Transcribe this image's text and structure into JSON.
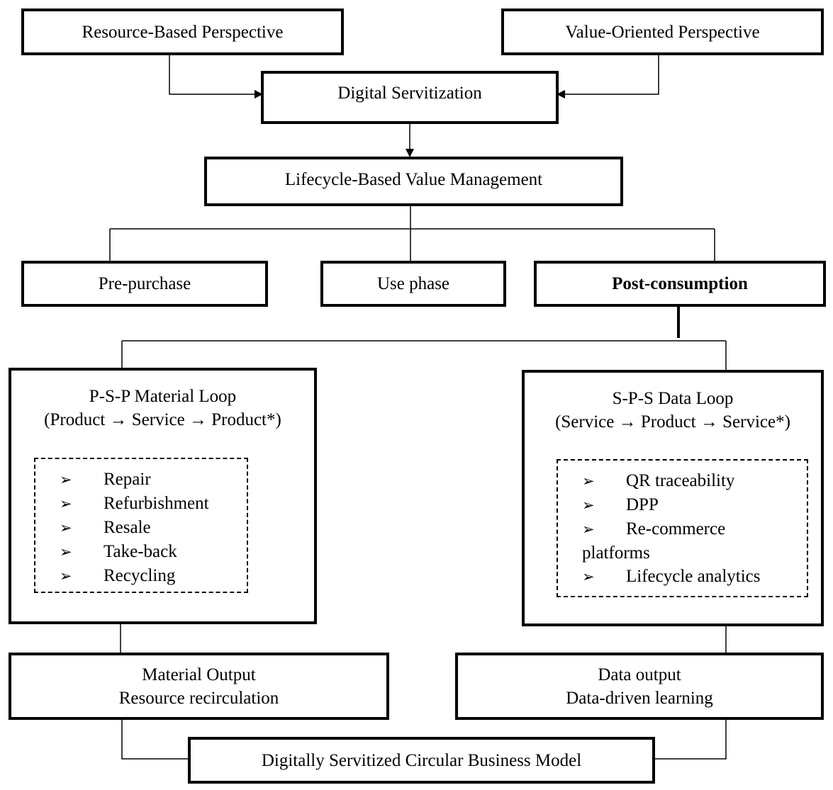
{
  "perspectives": {
    "resource_based": "Resource-Based Perspective",
    "value_oriented": "Value-Oriented Perspective"
  },
  "digital_servitization": "Digital Servitization",
  "lifecycle": "Lifecycle-Based Value Management",
  "phases": {
    "pre_purchase": "Pre-purchase",
    "use_phase": "Use phase",
    "post_consumption": "Post-consumption"
  },
  "psp_loop": {
    "title": "P-S-P Material Loop",
    "subtitle": "(Product → Service → Product*)",
    "items": [
      "Repair",
      "Refurbishment",
      "Resale",
      "Take-back",
      "Recycling"
    ]
  },
  "sps_loop": {
    "title": "S-P-S Data Loop",
    "subtitle": "(Service → Product → Service*)",
    "items": [
      "QR traceability",
      "DPP",
      "Re-commerce",
      "platforms",
      "Lifecycle analytics"
    ]
  },
  "bullet_icon": "arrowhead-bullet-icon",
  "material_output": {
    "line1": "Material Output",
    "line2": "Resource recirculation"
  },
  "data_output": {
    "line1": "Data output",
    "line2": "Data-driven learning"
  },
  "final_model": "Digitally Servitized Circular Business Model"
}
